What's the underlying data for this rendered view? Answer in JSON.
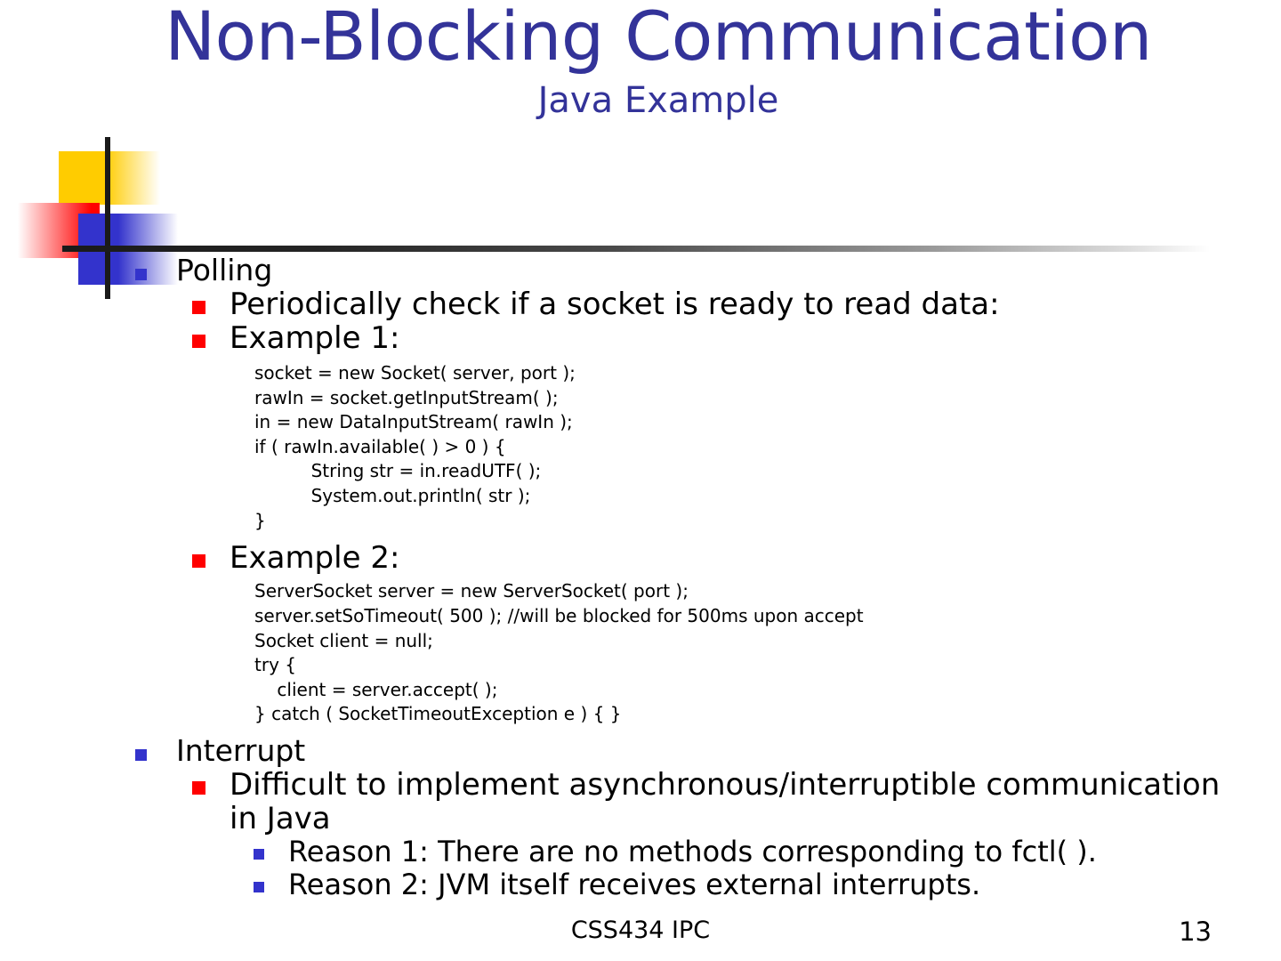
{
  "slide": {
    "title": "Non-Blocking Communication",
    "subtitle": "Java Example",
    "colors": {
      "title": "#333399",
      "bullet_level1": "#3333cc",
      "bullet_level2": "#ff0000",
      "bullet_level3": "#3333cc",
      "body_text": "#000000",
      "logo_yellow": "#ffcc00",
      "logo_red": "#ff0000",
      "logo_blue": "#3333cc",
      "logo_bar": "#1a1a1a"
    }
  },
  "logo": {
    "square_yellow": "yellow-square",
    "square_red": "red-square",
    "square_blue": "blue-square",
    "bar_vertical": "vertical-bar",
    "bar_horizontal": "horizontal-bar"
  },
  "body": {
    "polling": {
      "label": "Polling",
      "points": [
        {
          "text": "Periodically check if a socket is ready to read data:"
        },
        {
          "text": "Example 1:"
        }
      ],
      "example1_code": "socket = new Socket( server, port );\nrawIn = socket.getInputStream( );\nin = new DataInputStream( rawIn );\nif ( rawIn.available( ) > 0 ) {\n          String str = in.readUTF( );\n          System.out.println( str );\n}",
      "example2_label": "Example 2:",
      "example2_code": "ServerSocket server = new ServerSocket( port );\nserver.setSoTimeout( 500 ); //will be blocked for 500ms upon accept\nSocket client = null;\ntry {\n    client = server.accept( );\n} catch ( SocketTimeoutException e ) { }"
    },
    "interrupt": {
      "label": "Interrupt",
      "point": "Difficult to implement asynchronous/interruptible communication in Java",
      "reasons": [
        "Reason 1: There are no methods corresponding to fctl( ).",
        "Reason 2: JVM itself receives external interrupts."
      ]
    }
  },
  "footer": {
    "course": "CSS434 IPC",
    "page_number": "13"
  }
}
